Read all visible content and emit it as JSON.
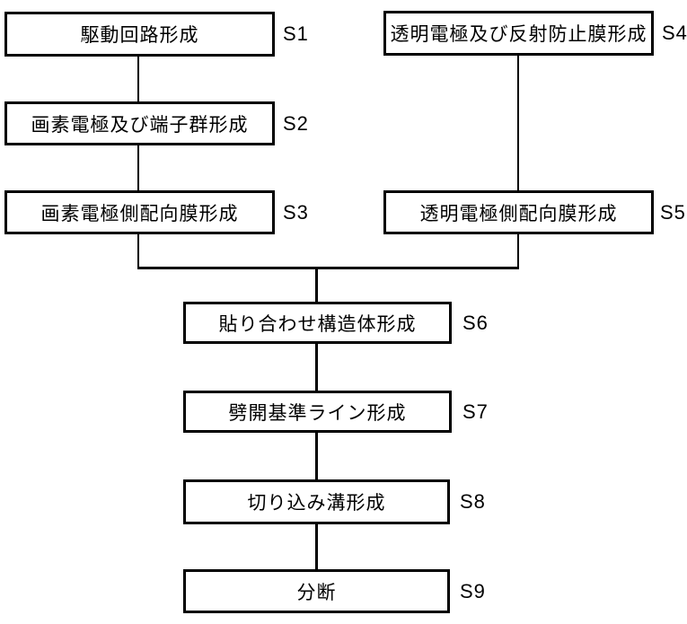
{
  "flowchart": {
    "colors": {
      "line": "#000000",
      "background": "#ffffff",
      "text": "#000000"
    },
    "steps": [
      {
        "step": "S1",
        "label": "駆動回路形成"
      },
      {
        "step": "S2",
        "label": "画素電極及び端子群形成"
      },
      {
        "step": "S3",
        "label": "画素電極側配向膜形成"
      },
      {
        "step": "S4",
        "label": "透明電極及び反射防止膜形成"
      },
      {
        "step": "S5",
        "label": "透明電極側配向膜形成"
      },
      {
        "step": "S6",
        "label": "貼り合わせ構造体形成"
      },
      {
        "step": "S7",
        "label": "劈開基準ライン形成"
      },
      {
        "step": "S8",
        "label": "切り込み溝形成"
      },
      {
        "step": "S9",
        "label": "分断"
      }
    ]
  }
}
